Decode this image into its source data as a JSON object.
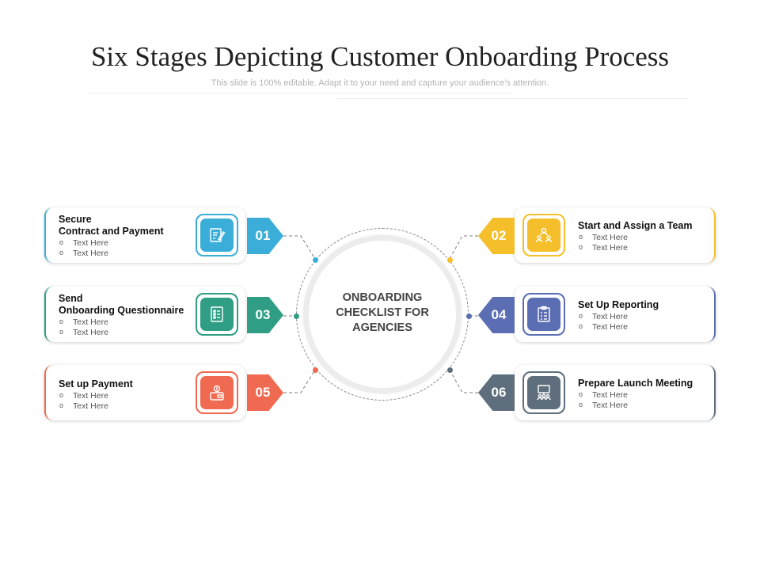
{
  "title": "Six Stages Depicting Customer Onboarding Process",
  "subtitle": "This slide is 100% editable. Adapt it to your need and capture your audience’s attention.",
  "center": {
    "label": "ONBOARDING\nCHECKLIST FOR\nAGENCIES"
  },
  "stages": [
    {
      "number": "01",
      "heading": "Secure\nContract and Payment",
      "bullets": [
        "Text Here",
        "Text Here"
      ],
      "color": "#3aaed8",
      "icon": "contract-icon"
    },
    {
      "number": "02",
      "heading": "Start and Assign  a Team",
      "bullets": [
        "Text Here",
        "Text Here"
      ],
      "color": "#f5bf2b",
      "icon": "team-icon"
    },
    {
      "number": "03",
      "heading": "Send\nOnboarding Questionnaire",
      "bullets": [
        "Text Here",
        "Text Here"
      ],
      "color": "#2f9e84",
      "icon": "questionnaire-icon"
    },
    {
      "number": "04",
      "heading": "Set Up Reporting",
      "bullets": [
        "Text Here",
        "Text Here"
      ],
      "color": "#5b6db3",
      "icon": "clipboard-report-icon"
    },
    {
      "number": "05",
      "heading": "Set up Payment",
      "bullets": [
        "Text Here",
        "Text Here"
      ],
      "color": "#ef6a50",
      "icon": "payment-icon"
    },
    {
      "number": "06",
      "heading": "Prepare Launch Meeting",
      "bullets": [
        "Text Here",
        "Text Here"
      ],
      "color": "#5e6e7c",
      "icon": "meeting-icon"
    }
  ]
}
